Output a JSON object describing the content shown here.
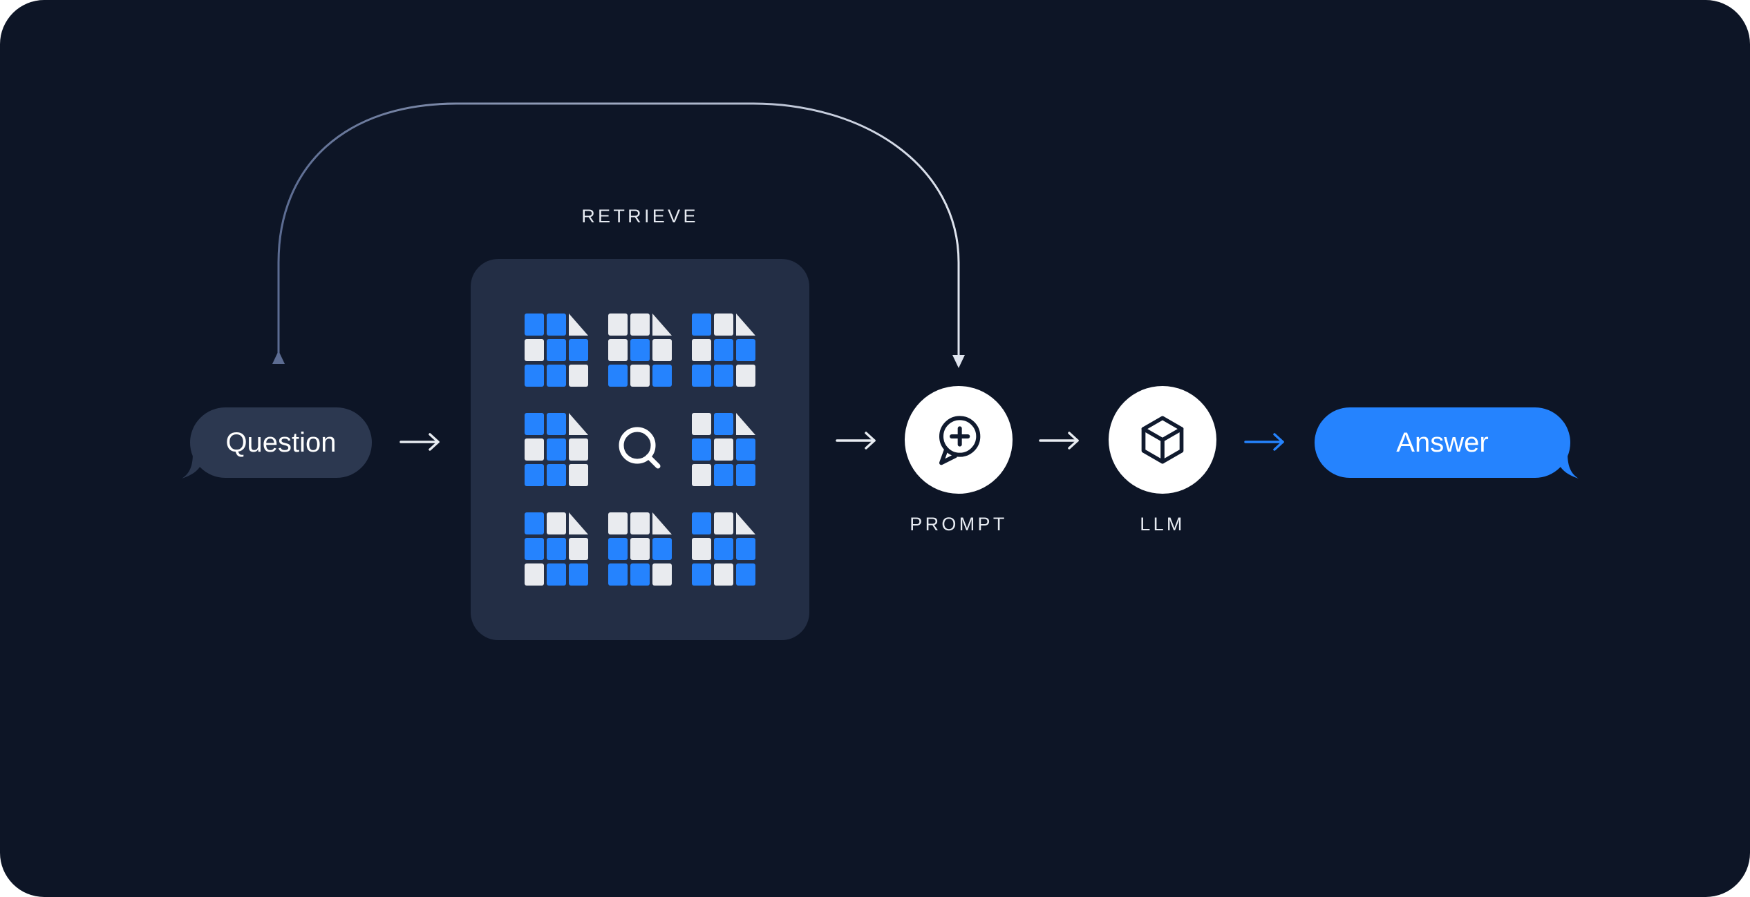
{
  "diagram": {
    "title": "retrieval-augmented-generation-flow",
    "flow_order": [
      "question",
      "retrieve",
      "prompt",
      "llm",
      "answer"
    ],
    "connector": {
      "from": "question",
      "to": "prompt",
      "style": "curved-arc-over-retrieve-box"
    }
  },
  "colors": {
    "canvas_bg": "#0d1526",
    "outer_bg": "#ffffff",
    "retrieve_box_bg": "#232e45",
    "question_bubble_bg": "#2c3850",
    "answer_bubble_bg": "#2583fe",
    "accent_blue": "#2583fe",
    "doc_blue": "#2583fe",
    "doc_light": "#e9ebef",
    "label_text": "#e7ebf2",
    "bubble_text": "#ffffff",
    "arrow_light": "#e8ecf2",
    "circle_bg": "#ffffff",
    "icon_dark": "#101a2e",
    "curve_start": "#5c6c92",
    "curve_end": "#dfe4ee"
  },
  "nodes": {
    "question": {
      "label": "Question",
      "shape": "chat-bubble-left-tail"
    },
    "retrieve": {
      "label": "RETRIEVE",
      "center_icon": "search-magnifier-icon",
      "documents": [
        {
          "cells": [
            [
              "b",
              "b"
            ],
            [
              "w",
              "b",
              "b"
            ],
            [
              "b",
              "b",
              "w"
            ]
          ]
        },
        {
          "cells": [
            [
              "w",
              "w"
            ],
            [
              "w",
              "b",
              "w"
            ],
            [
              "b",
              "w",
              "b"
            ]
          ]
        },
        {
          "cells": [
            [
              "b",
              "w"
            ],
            [
              "w",
              "b",
              "b"
            ],
            [
              "b",
              "b",
              "w"
            ]
          ]
        },
        {
          "cells": [
            [
              "b",
              "b"
            ],
            [
              "w",
              "b",
              "w"
            ],
            [
              "b",
              "b",
              "w"
            ]
          ]
        },
        {
          "cells": [
            [
              "w",
              "b"
            ],
            [
              "b",
              "w",
              "b"
            ],
            [
              "w",
              "b",
              "b"
            ]
          ]
        },
        {
          "cells": [
            [
              "b",
              "w"
            ],
            [
              "b",
              "b",
              "w"
            ],
            [
              "w",
              "b",
              "b"
            ]
          ]
        },
        {
          "cells": [
            [
              "w",
              "w"
            ],
            [
              "b",
              "w",
              "b"
            ],
            [
              "b",
              "b",
              "w"
            ]
          ]
        },
        {
          "cells": [
            [
              "b",
              "w"
            ],
            [
              "w",
              "b",
              "b"
            ],
            [
              "b",
              "w",
              "b"
            ]
          ]
        }
      ]
    },
    "prompt": {
      "label": "PROMPT",
      "icon": "speech-bubble-plus-icon"
    },
    "llm": {
      "label": "LLM",
      "icon": "cube-wireframe-icon"
    },
    "answer": {
      "label": "Answer",
      "shape": "chat-bubble-right-tail"
    }
  }
}
